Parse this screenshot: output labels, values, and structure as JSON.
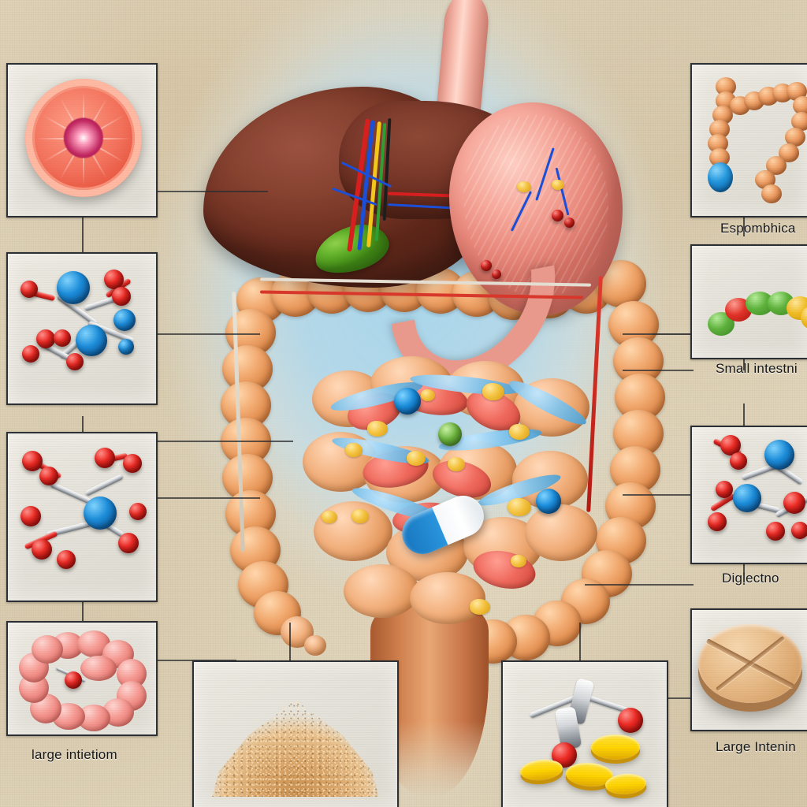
{
  "figure": {
    "title": "Digestive system anatomy with labeled inset panels",
    "subject": "human digestive tract",
    "background_color": "#e0d6be",
    "center_glow_color": "#a9d7ec",
    "panel_fill_color": "#e8e5dc",
    "panel_border_color": "#2c2f33",
    "leader_line_color": "#2b2d30",
    "caption_color": "#17181a"
  },
  "central_illustration": {
    "name": "digestive-system-anatomy",
    "organs": [
      {
        "name": "esophagus",
        "color": "#e8a496"
      },
      {
        "name": "liver",
        "color": "#7a3a29"
      },
      {
        "name": "gallbladder",
        "color": "#5fae28"
      },
      {
        "name": "stomach",
        "color": "#ef9a8c"
      },
      {
        "name": "duodenum",
        "color": "#e9998b"
      },
      {
        "name": "large-intestine-colon",
        "color": "#e09a5e"
      },
      {
        "name": "small-intestine",
        "color": "#ef9a5e"
      },
      {
        "name": "mesenteric-vessels",
        "color": "#e2584a"
      },
      {
        "name": "lymphatic-vessels",
        "color": "#7cc2ec"
      },
      {
        "name": "rectum",
        "color": "#c9764a"
      }
    ],
    "embedded_items": [
      {
        "name": "blue-white-capsule",
        "color": "#1f86cf"
      },
      {
        "name": "yellow-granules",
        "color": "#f4c341"
      },
      {
        "name": "blue-molecule-spheres",
        "color": "#1b8ddb"
      },
      {
        "name": "green-sphere",
        "color": "#6ab23c"
      }
    ],
    "vessel_colors": [
      "#d81f1f",
      "#1b4fd8",
      "#f2c61a",
      "#2f9e34",
      "#1e1e1e"
    ]
  },
  "panels": [
    {
      "id": "citrus-cross-section",
      "art": "citrus-slice",
      "caption": "",
      "description": "grapefruit cross-section",
      "color": "#f4725c"
    },
    {
      "id": "molecule-upper-left",
      "art": "ball-and-stick-molecule",
      "caption": "",
      "description": "ball and stick molecular model, blue and red atoms",
      "color": "#1b8ddb"
    },
    {
      "id": "molecule-lower-left",
      "art": "ball-and-stick-molecule",
      "caption": "",
      "description": "ball and stick molecular model, red oxygen atoms",
      "color": "#ef2a24"
    },
    {
      "id": "large-intestine-left",
      "art": "pink-intestine-loop",
      "caption": "large intietiom",
      "description": "looped pink intestine with red sphere",
      "color": "#f0897f"
    },
    {
      "id": "powder-pile",
      "art": "granular-powder",
      "caption": "",
      "description": "cone shaped pile of tan granular powder",
      "color": "#d9a568"
    },
    {
      "id": "molecule-yellow-tablets",
      "art": "molecule-with-tablets",
      "caption": "",
      "description": "silver molecule with red atoms and yellow tablets",
      "color": "#ffd400"
    },
    {
      "id": "esophagus-panel",
      "art": "segmented-intestine-orange",
      "caption": "Espombhica",
      "description": "segmented orange tube with blue tip",
      "color": "#f0a268"
    },
    {
      "id": "small-intestine-panel",
      "art": "colored-segmented-tube",
      "caption": "Small intestni",
      "description": "green red yellow segmented tube",
      "color": "#5db23b"
    },
    {
      "id": "digestion-panel",
      "art": "ball-and-stick-molecule",
      "caption": "Diglectno",
      "description": "ball and stick molecule, blue and red atoms",
      "color": "#1b8ddb"
    },
    {
      "id": "large-intestine-right",
      "art": "scored-tablet",
      "caption": "Large Intenin",
      "description": "round tan tablet with cross score line",
      "color": "#e8bb88"
    }
  ]
}
